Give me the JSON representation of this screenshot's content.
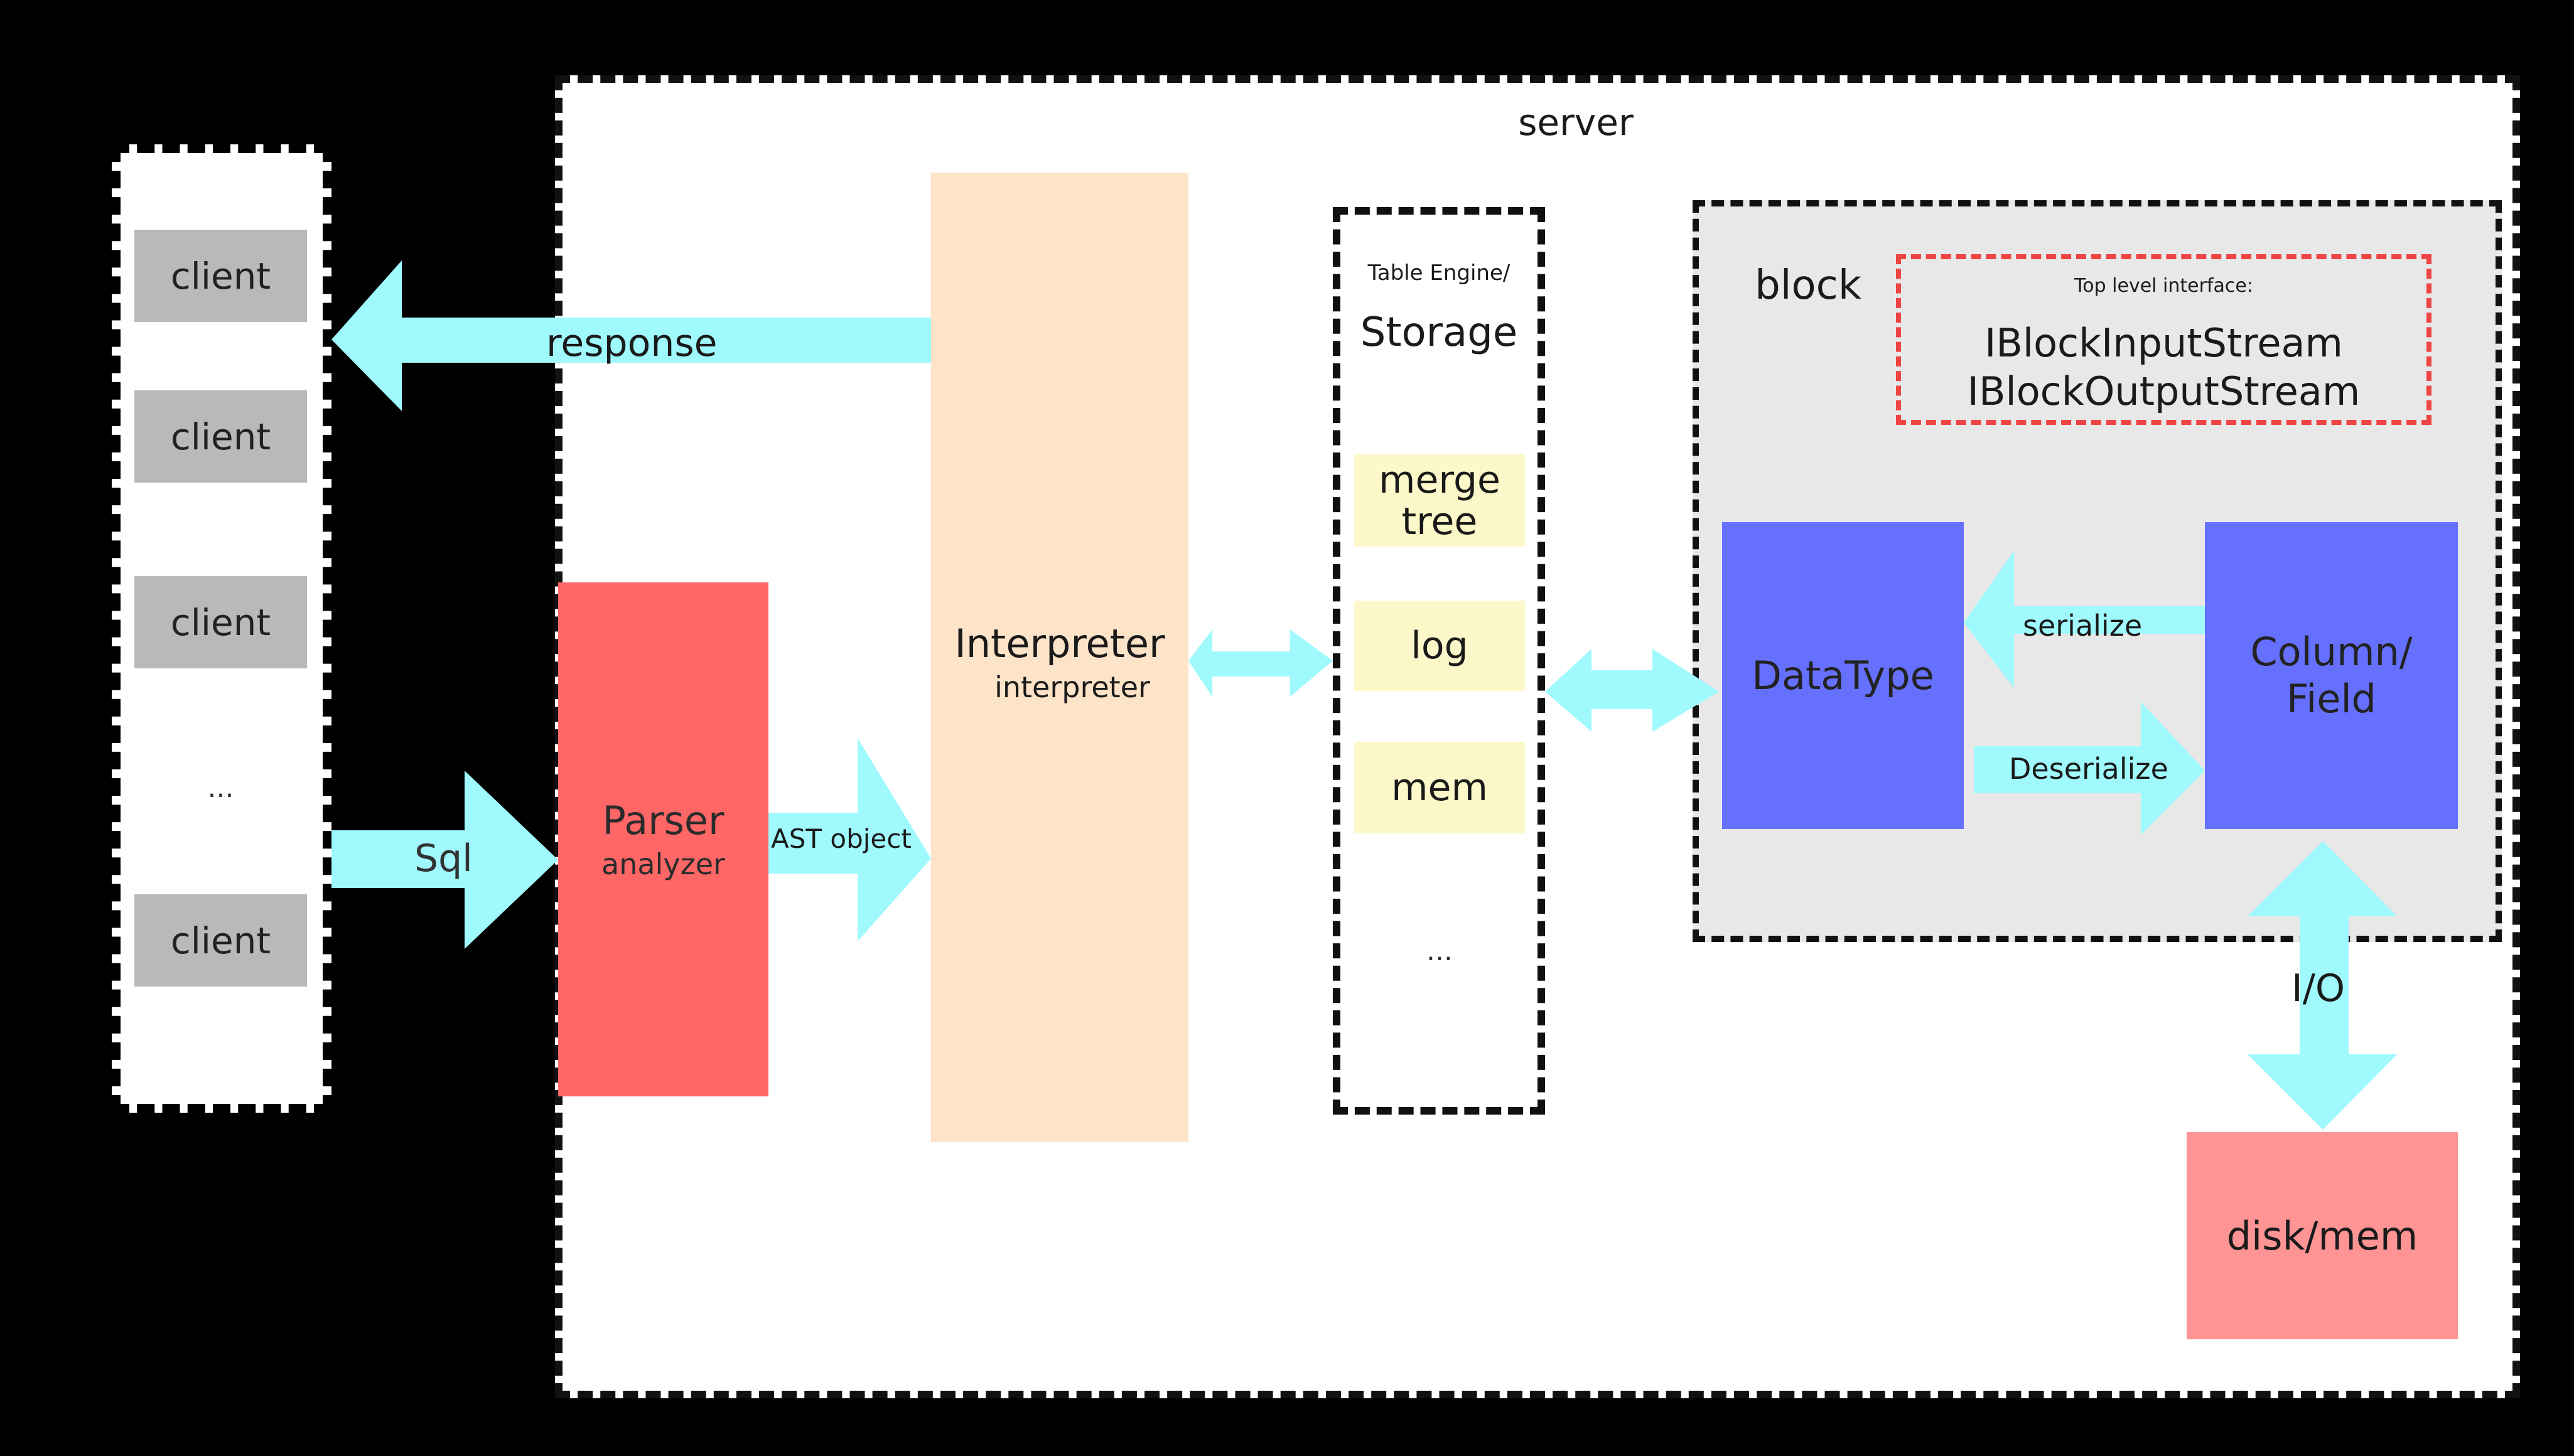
{
  "colors": {
    "background": "#000000",
    "arrow": "#9ff9fd",
    "client_box": "#b9b9b9",
    "parser": "#ff6666",
    "interpreter": "#fde3c8",
    "storage_item": "#fdf8c9",
    "block_bg": "#e8e8e8",
    "interface_border": "#ef4444",
    "blue_box": "#6670ff",
    "disk": "#ff9494"
  },
  "clients": {
    "items": [
      "client",
      "client",
      "client",
      "client"
    ],
    "ellipsis": "..."
  },
  "server": {
    "title": "server",
    "parser": {
      "title": "Parser",
      "subtitle": "analyzer"
    },
    "interpreter": {
      "title": "Interpreter",
      "subtitle": "interpreter"
    },
    "storage": {
      "label_small": "Table Engine/",
      "title": "Storage",
      "items": [
        "merge tree",
        "log",
        "mem"
      ],
      "ellipsis": "..."
    },
    "block": {
      "title": "block",
      "interface": {
        "label": "Top level interface:",
        "names": [
          "IBlockInputStream",
          "IBlockOutputStream"
        ]
      },
      "datatype": "DataType",
      "column": [
        "Column/",
        "Field"
      ]
    },
    "disk": "disk/mem"
  },
  "arrows": {
    "response": "response",
    "sql": "Sql",
    "ast": "AST object",
    "serialize": "serialize",
    "deserialize": "Deserialize",
    "io": "I/O"
  }
}
